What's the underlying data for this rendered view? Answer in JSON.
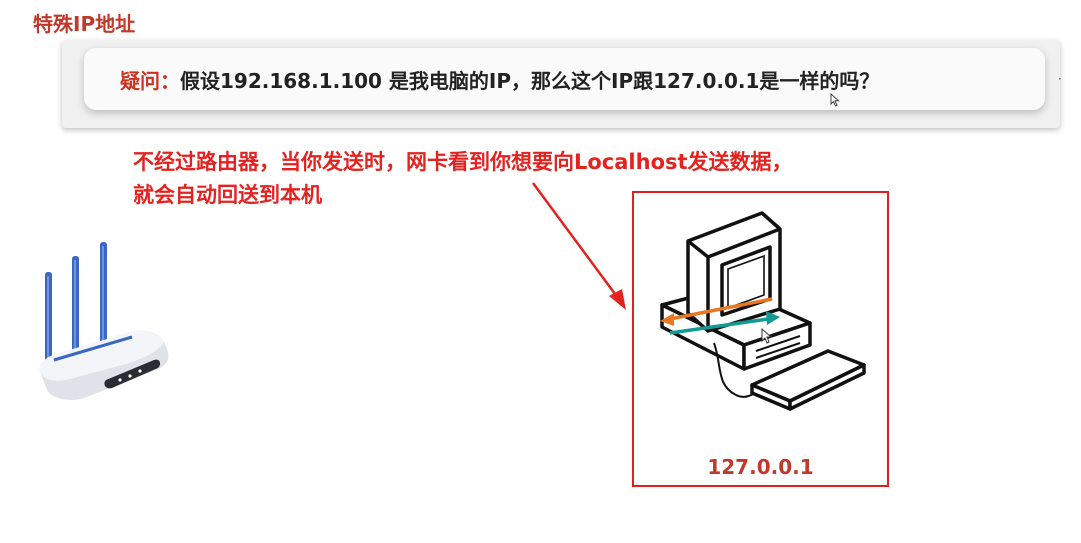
{
  "page": {
    "title": "特殊IP地址"
  },
  "question": {
    "label": "疑问：",
    "text": "假设192.168.1.100 是我电脑的IP，那么这个IP跟127.0.0.1是一样的吗？"
  },
  "explanation": {
    "line1": "不经过路由器，当你发送时，网卡看到你想要向Localhost发送数据，",
    "line2": "就会自动回送到本机"
  },
  "computer": {
    "caption": "127.0.0.1"
  },
  "colors": {
    "title": "#c0392b",
    "question_label": "#d0301e",
    "explanation": "#e3231f",
    "frame": "#e02020",
    "arrow_send": "#e87722",
    "arrow_return": "#139a93",
    "router_antenna": "#3a66c4"
  },
  "icons": {
    "router": "wifi-router-icon",
    "computer": "desktop-computer-icon",
    "cursor": "mouse-cursor-icon"
  }
}
